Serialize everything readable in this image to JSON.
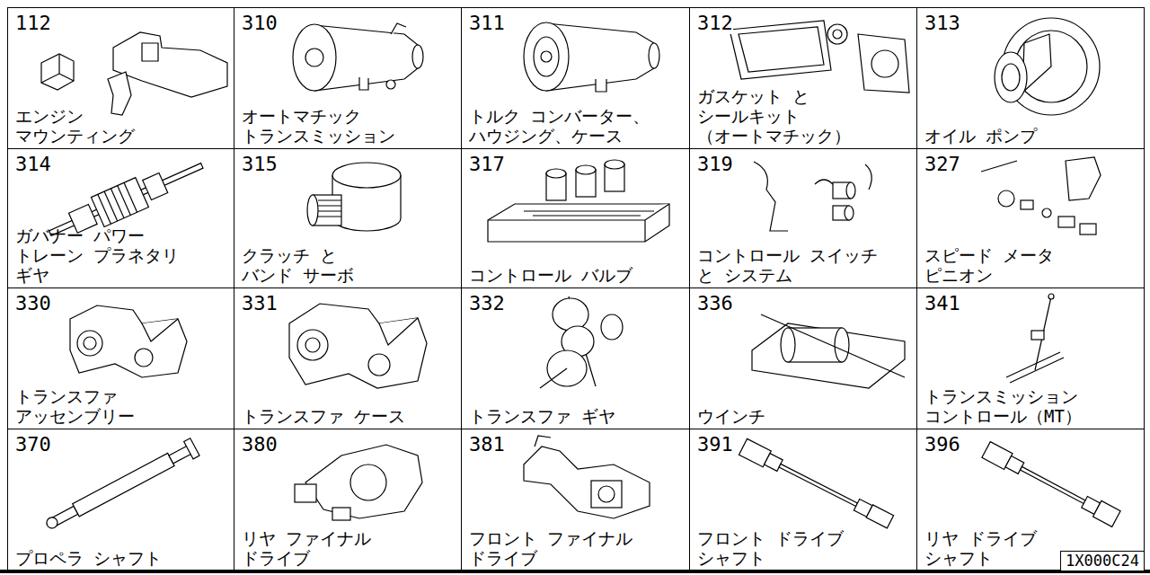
{
  "diagram": {
    "nodes": [
      {
        "text": [
          "112",
          "エンジン マウンティング"
        ]
      },
      {
        "text": [
          "310",
          "オートマチック トランスミッション"
        ]
      },
      {
        "text": [
          "311",
          "トルク コンバーター、 ハウジング、ケース"
        ]
      },
      {
        "text": [
          "312",
          "ガスケット と シールキット （オートマチック）"
        ]
      },
      {
        "text": [
          "313",
          "オイル ポンプ"
        ]
      },
      {
        "text": [
          "314",
          "ガバナー パワー トレーン プラネタリ ギヤ"
        ]
      },
      {
        "text": [
          "315",
          "クラッチ と バンド サーボ"
        ]
      },
      {
        "text": [
          "317",
          "コントロール バルブ"
        ]
      },
      {
        "text": [
          "319",
          "コントロール スイッチ と システム"
        ]
      },
      {
        "text": [
          "327",
          "スピード メータ ピニオン"
        ]
      },
      {
        "text": [
          "330",
          "トランスファ アッセンブリー"
        ]
      },
      {
        "text": [
          "331",
          "トランスファ ケース"
        ]
      },
      {
        "text": [
          "332",
          "トランスファ ギヤ"
        ]
      },
      {
        "text": [
          "336",
          "ウインチ"
        ]
      },
      {
        "text": [
          "341",
          "トランスミッション コントロール（MT）"
        ]
      },
      {
        "text": [
          "370",
          "プロペラ シャフト"
        ]
      },
      {
        "text": [
          "380",
          "リヤ ファイナル ドライブ"
        ]
      },
      {
        "text": [
          "381",
          "フロント ファイナル ドライブ"
        ]
      },
      {
        "text": [
          "391",
          "フロント ドライブ シャフト"
        ]
      },
      {
        "text": [
          "396",
          "リヤ ドライブ シャフト"
        ]
      },
      {
        "text": [
          "1X000C24"
        ],
        "in": 19
      }
    ]
  }
}
